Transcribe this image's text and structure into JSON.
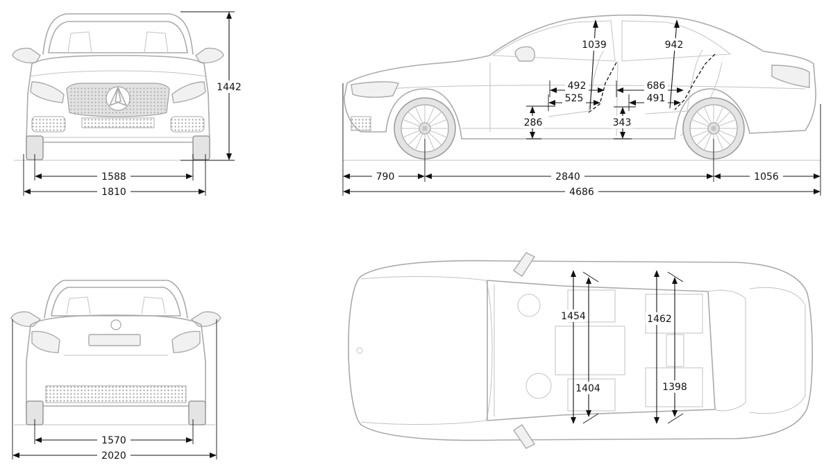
{
  "views": {
    "front": {
      "height": "1442",
      "track": "1588",
      "width": "1810"
    },
    "side": {
      "front_overhang": "790",
      "wheelbase": "2840",
      "rear_overhang": "1056",
      "length": "4686",
      "front_headroom": "1039",
      "rear_headroom": "942",
      "front_legroom_a": "492",
      "front_legroom_b": "525",
      "rear_legroom_a": "686",
      "rear_legroom_b": "491",
      "front_seat_height": "286",
      "rear_seat_height": "343"
    },
    "rear": {
      "track": "1570",
      "width_mirrors": "2020"
    },
    "top": {
      "front_shoulder": "1454",
      "front_hip": "1404",
      "rear_shoulder": "1462",
      "rear_hip": "1398"
    }
  },
  "colors": {
    "outline": "#a9a9a9",
    "dimension_line": "#111111",
    "background": "#ffffff"
  }
}
